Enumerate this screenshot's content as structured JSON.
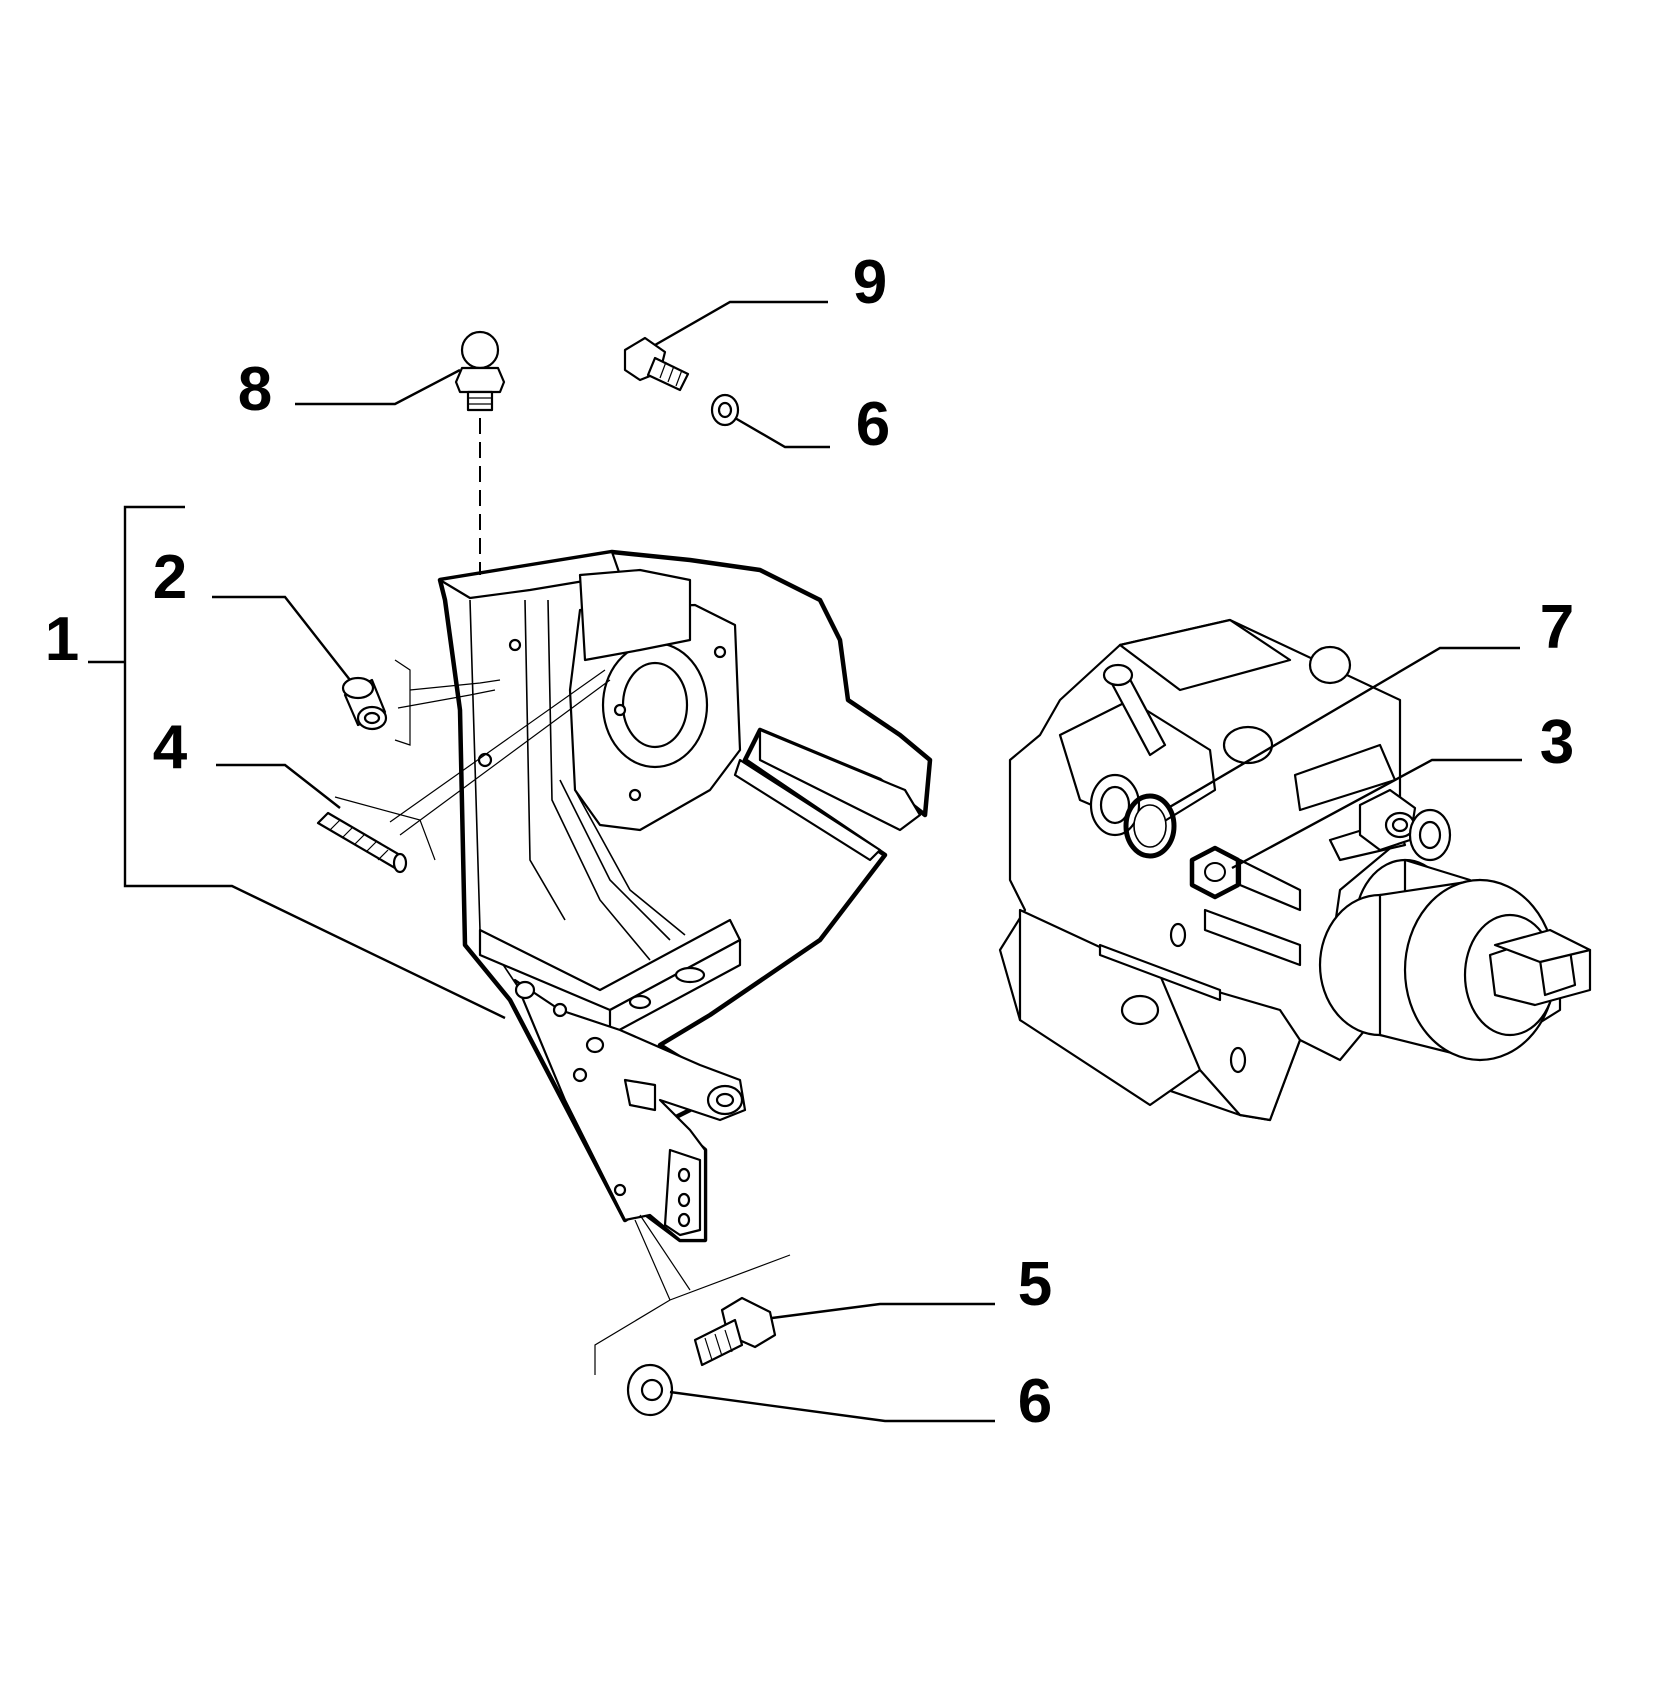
{
  "diagram": {
    "callouts": [
      {
        "id": "c1",
        "label": "1"
      },
      {
        "id": "c2",
        "label": "2"
      },
      {
        "id": "c4",
        "label": "4"
      },
      {
        "id": "c8",
        "label": "8"
      },
      {
        "id": "c9",
        "label": "9"
      },
      {
        "id": "c6a",
        "label": "6"
      },
      {
        "id": "c7",
        "label": "7"
      },
      {
        "id": "c3",
        "label": "3"
      },
      {
        "id": "c5",
        "label": "5"
      },
      {
        "id": "c6b",
        "label": "6"
      }
    ],
    "line_color": "#000000",
    "background": "#ffffff"
  }
}
